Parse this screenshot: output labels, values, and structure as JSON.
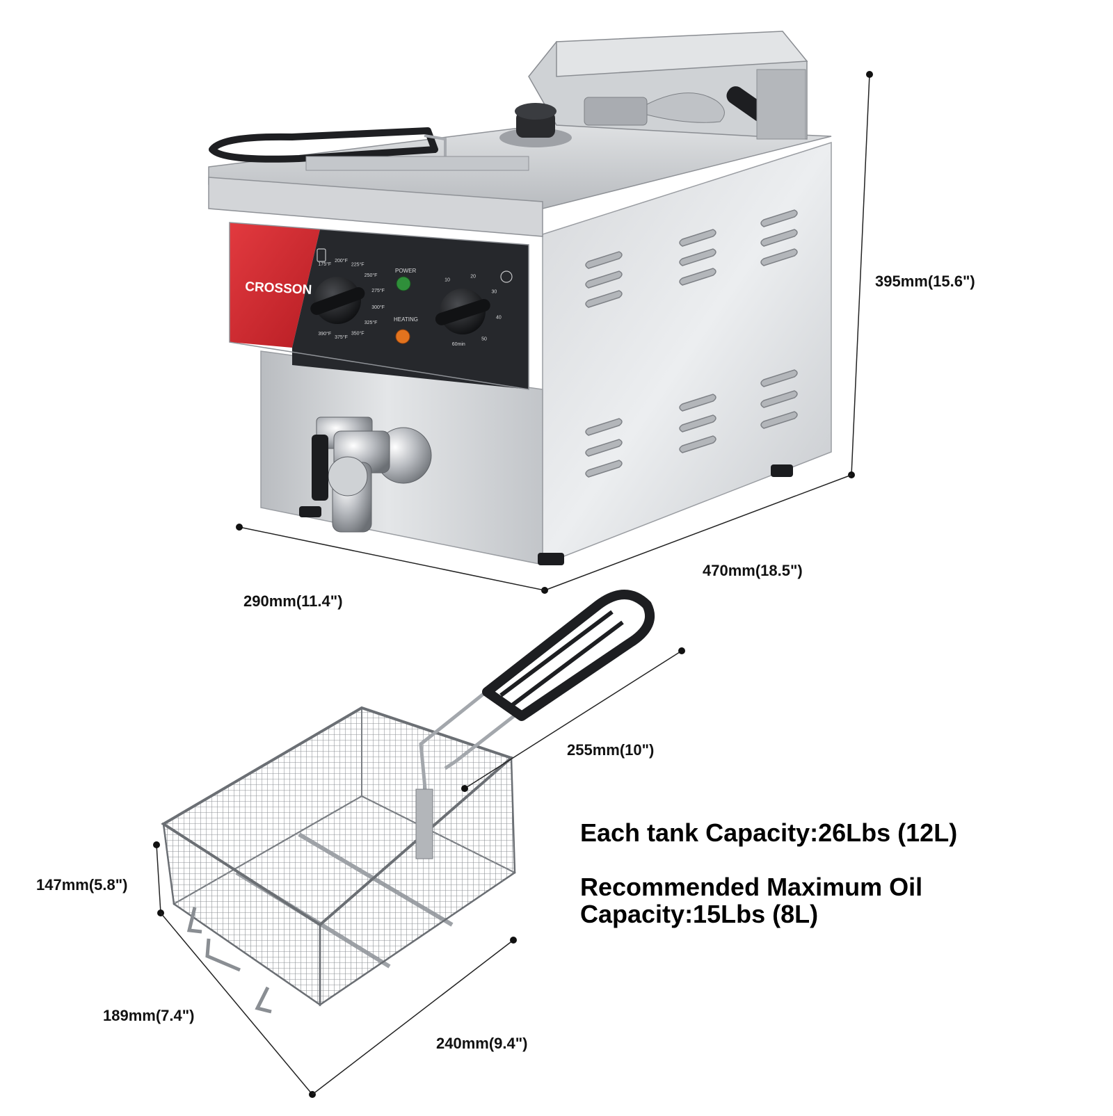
{
  "product": {
    "brand_logo": "CROSSON",
    "panel": {
      "power_label": "POWER",
      "heating_label": "HEATING",
      "temp_ticks": [
        "175°F",
        "200°F",
        "225°F",
        "250°F",
        "275°F",
        "300°F",
        "325°F",
        "350°F",
        "375°F",
        "390°F"
      ],
      "timer_ticks": [
        "10",
        "20",
        "30",
        "40",
        "50",
        "60min"
      ]
    }
  },
  "dimensions": {
    "fryer_height": "395mm(15.6\")",
    "fryer_depth": "470mm(18.5\")",
    "fryer_width": "290mm(11.4\")",
    "basket_handle": "255mm(10\")",
    "basket_height": "147mm(5.8\")",
    "basket_width": "189mm(7.4\")",
    "basket_length": "240mm(9.4\")"
  },
  "specs": {
    "tank_capacity": "Each tank Capacity:26Lbs (12L)",
    "max_oil_line1": "Recommended Maximum Oil",
    "max_oil_line2": "Capacity:15Lbs (8L)"
  },
  "colors": {
    "brand_red": "#d2232a",
    "panel_dark": "#26282c",
    "steel": "#c9ccd0",
    "power_light": "#2f8f3a",
    "heating_light": "#e2731e"
  }
}
